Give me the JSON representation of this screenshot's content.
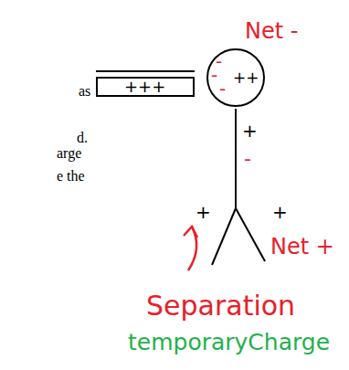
{
  "diagram": {
    "nodes": [
      {
        "text": [
          "+++"
        ]
      },
      {
        "text": [
          "-",
          "-",
          "-",
          "++"
        ]
      }
    ],
    "labels": [
      "Net -",
      "+",
      "-",
      "+",
      "+",
      "Net +",
      "Separation",
      "temporaryCharge",
      "as",
      "d.",
      "arge",
      "e the"
    ]
  }
}
